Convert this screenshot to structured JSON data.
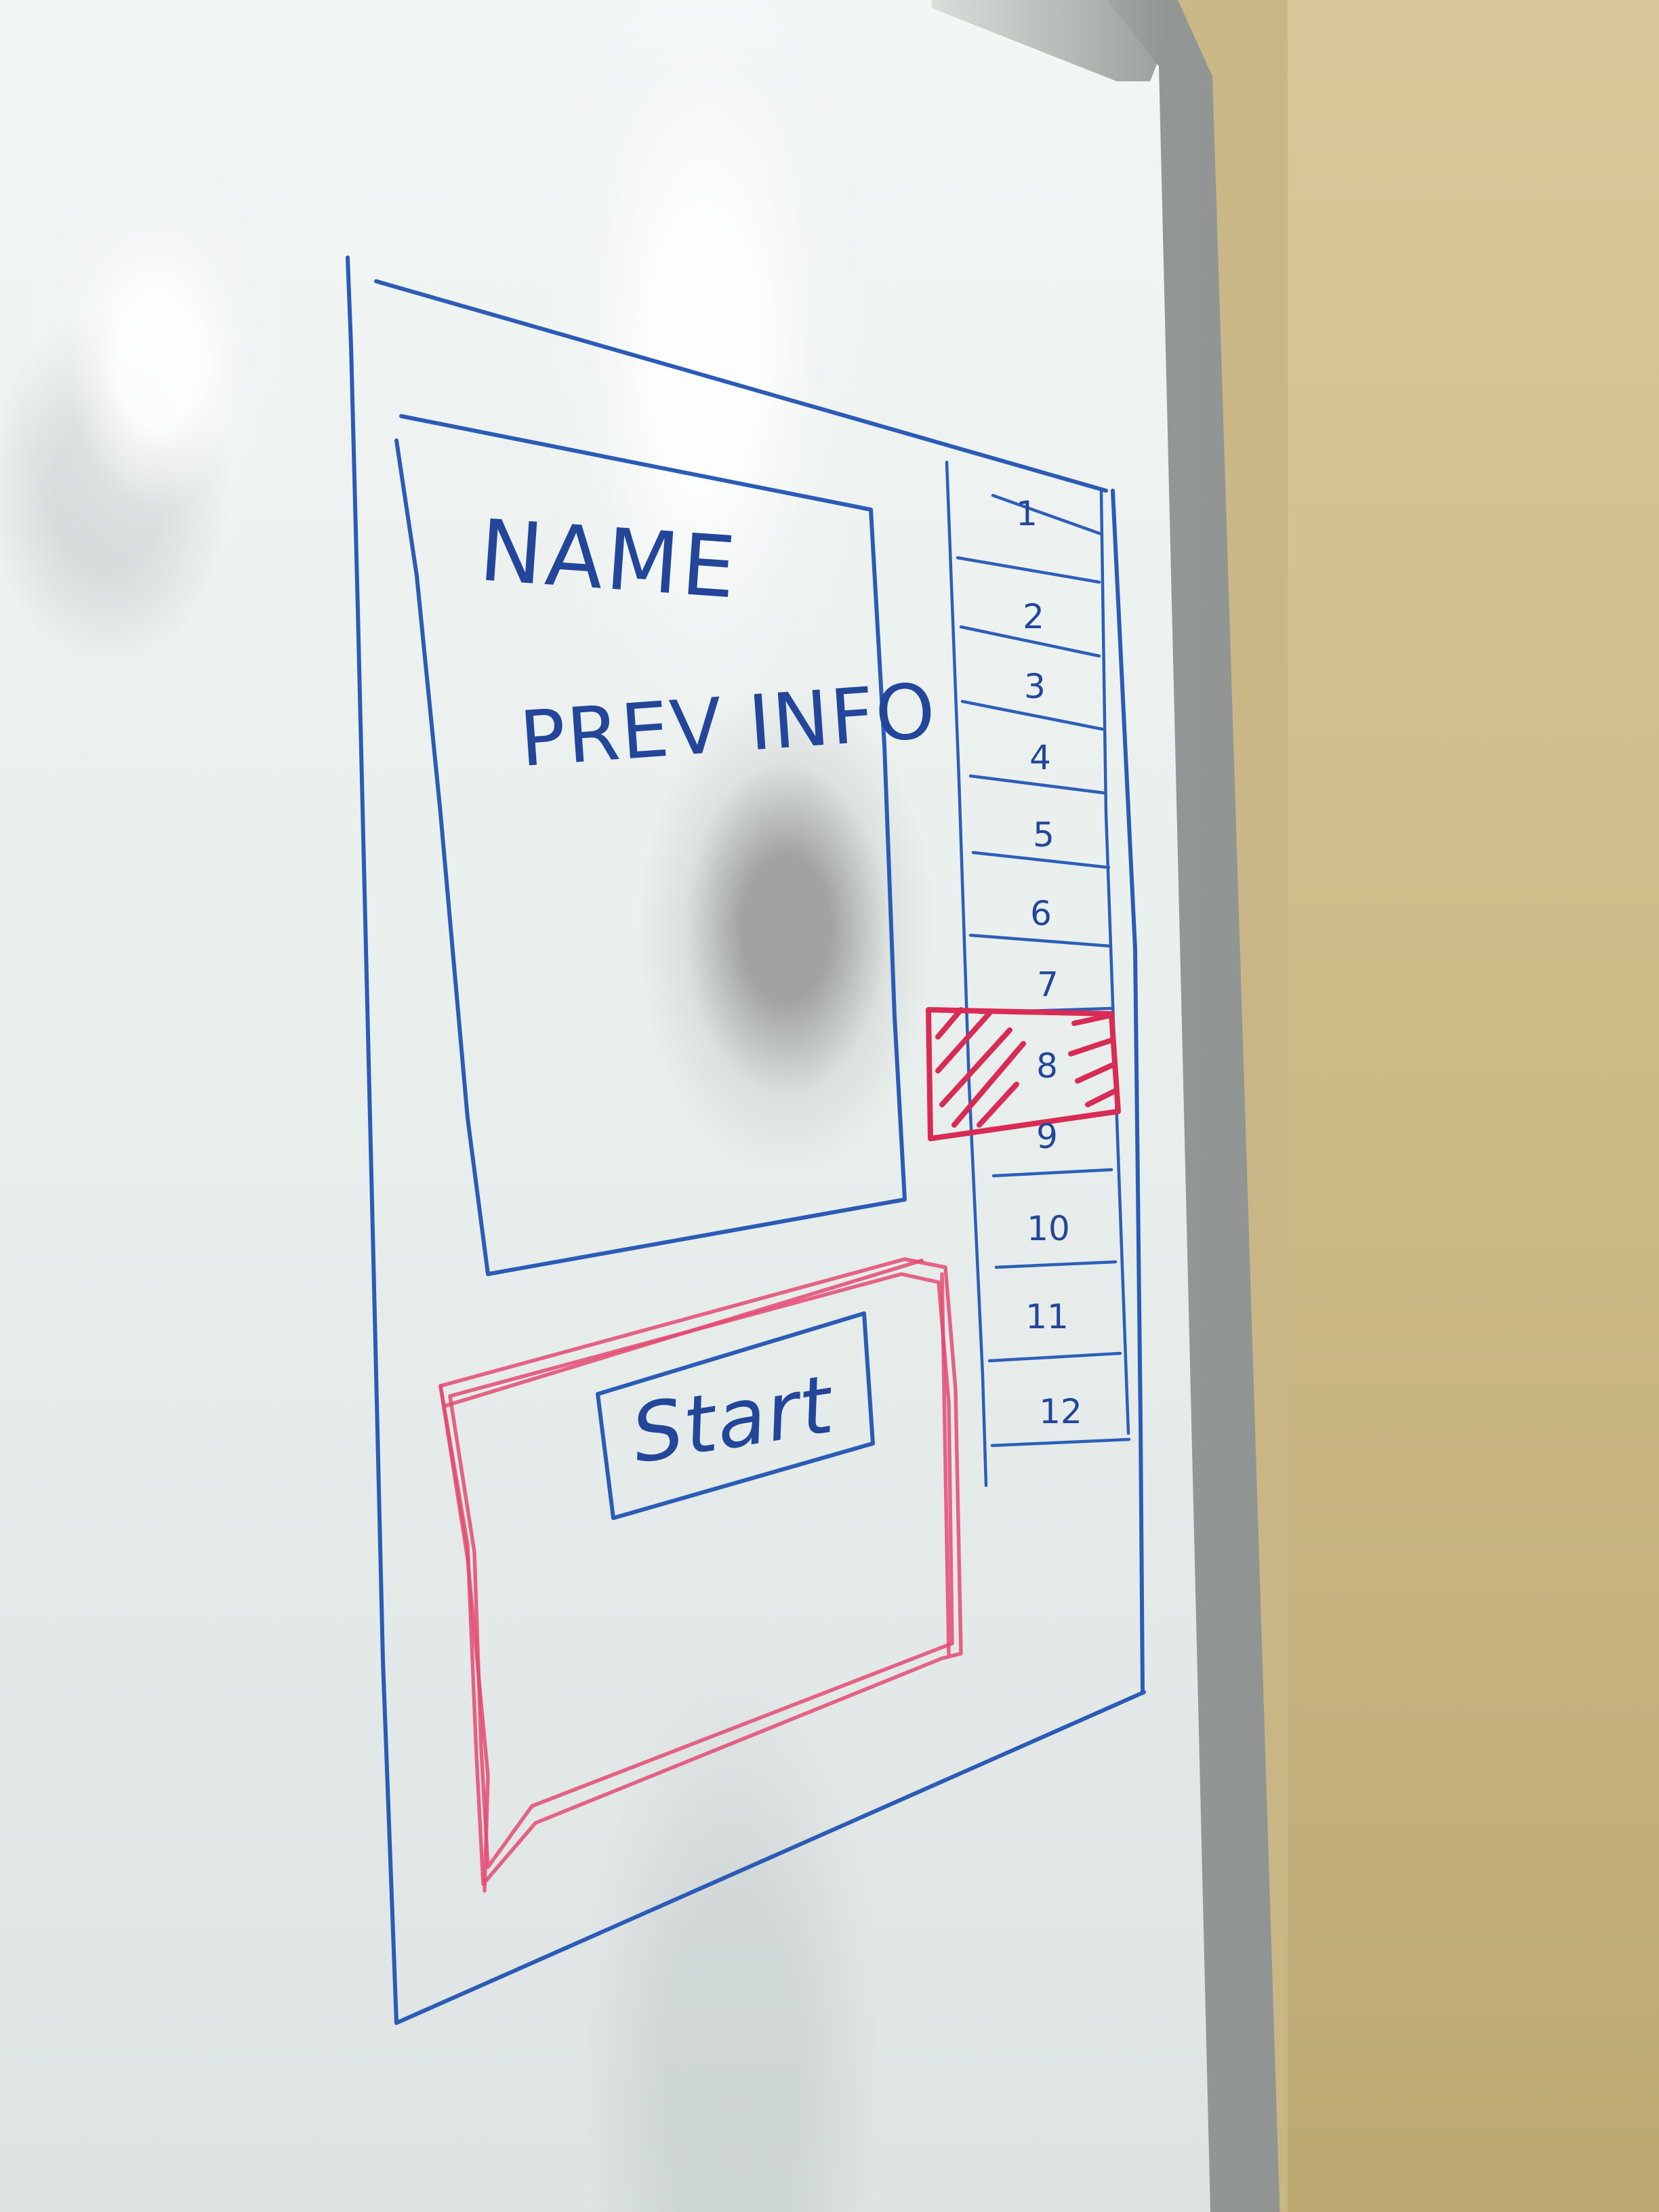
{
  "sketch": {
    "preview_panel": {
      "name_label": "NAME",
      "info_label": "PREV INFO"
    },
    "start_button": {
      "label": "Start"
    },
    "number_list": [
      {
        "label": "1"
      },
      {
        "label": "2"
      },
      {
        "label": "3"
      },
      {
        "label": "4"
      },
      {
        "label": "5"
      },
      {
        "label": "6"
      },
      {
        "label": "7"
      },
      {
        "label": "8",
        "selected": true
      },
      {
        "label": "9"
      },
      {
        "label": "10"
      },
      {
        "label": "11"
      },
      {
        "label": "12"
      }
    ],
    "colors": {
      "blue_ink": "#2b5bb6",
      "red_ink": "#d92b54",
      "pink_ink": "#e44a72",
      "whiteboard": "#edf2f1",
      "wall": "#cbb985",
      "frame": "#9a9f9d"
    }
  }
}
